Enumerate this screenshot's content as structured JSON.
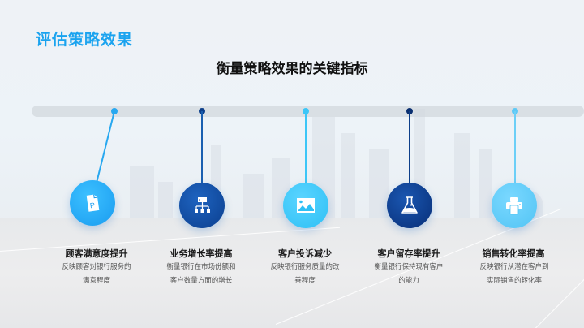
{
  "slide": {
    "title": "评估策略效果",
    "subtitle": "衡量策略效果的关键指标"
  },
  "colors": {
    "title_accent": "#1aa3ef",
    "light_blue": "#28b4f5",
    "dark_blue": "#0d4a9e",
    "navy": "#0a3c8c",
    "sky": "#3ec8f7",
    "pale_sky": "#5ec9f6"
  },
  "metrics": [
    {
      "icon": "document-p-icon",
      "title": "顾客满意度提升",
      "description": "反映顾客对银行服务的满意程度"
    },
    {
      "icon": "org-chart-icon",
      "title": "业务增长率提高",
      "description": "衡量银行在市场份额和客户数量方面的增长"
    },
    {
      "icon": "image-icon",
      "title": "客户投诉减少",
      "description": "反映银行服务质量的改善程度"
    },
    {
      "icon": "flask-icon",
      "title": "客户留存率提升",
      "description": "衡量银行保持现有客户的能力"
    },
    {
      "icon": "printer-icon",
      "title": "销售转化率提高",
      "description": "反映银行从潜在客户到实际销售的转化率"
    }
  ]
}
